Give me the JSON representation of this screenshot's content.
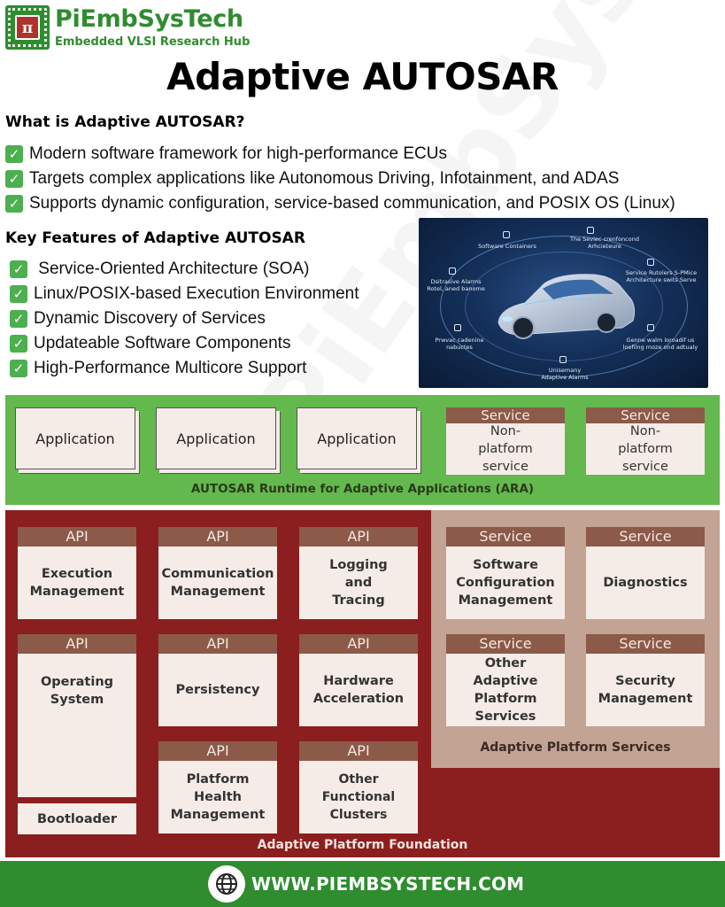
{
  "brand": {
    "logo_icon": "pi-chip-logo",
    "name": "PiEmbSysTech",
    "tagline": "Embedded VLSI Research Hub",
    "watermark": "PiEmbSysTech",
    "color": "#2f8c2f"
  },
  "title": "Adaptive AUTOSAR",
  "what_is": {
    "heading": "What is Adaptive AUTOSAR?",
    "check_icon": "check-mark-icon",
    "items": [
      "Modern software framework for high-performance ECUs",
      "Targets complex applications like Autonomous Driving, Infotainment, and ADAS",
      "Supports dynamic configuration, service-based communication, and POSIX OS (Linux)"
    ]
  },
  "key_features": {
    "heading": "Key Features of Adaptive AUTOSAR",
    "items": [
      " Service-Oriented Architecture (SOA)",
      "Linux/POSIX-based Execution Environment",
      "Dynamic Discovery of Services",
      "Updateable Software Components",
      "High-Performance Multicore Support"
    ]
  },
  "illustration": {
    "labels": [
      "Software Containers",
      "The Seviec crenfoncond\nArhcieteure",
      "Dsitrasive Alarms\nRotel, aned banome",
      "Service Rutolers S-PMice\nArchitecture swits Serve",
      "Prwvac cadenine\nnabuctes",
      "Genne walm loroadif us\nloefilng moze ond adtualy",
      "Unisemany\nAdaptive Alarms"
    ]
  },
  "ara": {
    "applications": [
      "Application",
      "Application",
      "Application"
    ],
    "services": [
      {
        "head": "Service",
        "body": "Non-platform service"
      },
      {
        "head": "Service",
        "body": "Non-platform service"
      }
    ],
    "label": "AUTOSAR Runtime for Adaptive Applications (ARA)"
  },
  "foundation": {
    "api_blocks": [
      {
        "head": "API",
        "body": "Execution Management"
      },
      {
        "head": "API",
        "body": "Communication Management"
      },
      {
        "head": "API",
        "body": "Logging and Tracing"
      },
      {
        "head": "API",
        "body": "Operating System"
      },
      {
        "head": "API",
        "body": "Persistency"
      },
      {
        "head": "API",
        "body": "Hardware Acceleration"
      },
      {
        "head": "API",
        "body": "Platform Health Management"
      },
      {
        "head": "API",
        "body": "Other Functional Clusters"
      }
    ],
    "bootloader": "Bootloader",
    "label": "Adaptive Platform Foundation",
    "color": "#8b1f1f"
  },
  "platform_services": {
    "blocks": [
      {
        "head": "Service",
        "body": "Software Configuration Management"
      },
      {
        "head": "Service",
        "body": "Diagnostics"
      },
      {
        "head": "Service",
        "body": "Other Adaptive Platform Services"
      },
      {
        "head": "Service",
        "body": "Security Management"
      }
    ],
    "label": "Adaptive Platform Services"
  },
  "footer": {
    "globe_icon": "globe-icon",
    "url": "WWW.PIEMBSYSTECH.COM"
  }
}
